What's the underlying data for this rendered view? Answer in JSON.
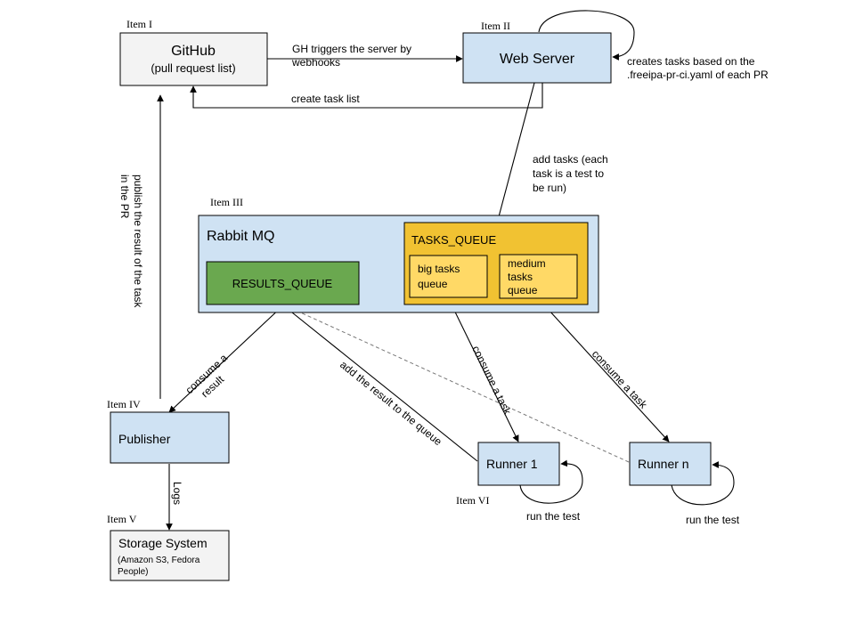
{
  "nodes": {
    "github": {
      "tag": "Item I",
      "title": "GitHub",
      "subtitle": "(pull request list)"
    },
    "webserver": {
      "tag": "Item II",
      "title": "Web Server"
    },
    "rabbitmq": {
      "tag": "Item III",
      "title": "Rabbit MQ"
    },
    "results_queue": {
      "title": "RESULTS_QUEUE"
    },
    "tasks_queue": {
      "title": "TASKS_QUEUE"
    },
    "big_queue": {
      "lines": [
        "big tasks",
        "queue"
      ]
    },
    "medium_queue": {
      "lines": [
        "medium",
        "tasks",
        "queue"
      ]
    },
    "publisher": {
      "tag": "Item IV",
      "title": "Publisher"
    },
    "storage": {
      "tag": "Item V",
      "title": "Storage System",
      "lines": [
        "(Amazon S3, Fedora",
        "People)"
      ]
    },
    "runner1": {
      "tag": "Item VI",
      "title": "Runner 1"
    },
    "runnern": {
      "title": "Runner n"
    }
  },
  "edges": {
    "gh_trigger": [
      "GH triggers the server by",
      "webhooks"
    ],
    "create_tasks": [
      "creates tasks based on the",
      ".freeipa-pr-ci.yaml of each PR"
    ],
    "create_task_list": "create task list",
    "add_tasks": [
      "add tasks (each",
      "task is a test to",
      "be run)"
    ],
    "publish_result": [
      "publish the result of the task",
      "in the PR"
    ],
    "consume_result": [
      "consume a",
      "result"
    ],
    "add_result": "add the result to the queue",
    "consume_task_1": "consume a task",
    "consume_task_n": "consume a task",
    "logs": "Logs",
    "run_test_1": "run the test",
    "run_test_n": "run the test"
  },
  "colors": {
    "light_blue": "#cfe2f3",
    "gray": "#f3f3f3",
    "green": "#6aa84f",
    "gold": "#f1c232",
    "yellow": "#ffd966",
    "dashed": "#777777"
  }
}
